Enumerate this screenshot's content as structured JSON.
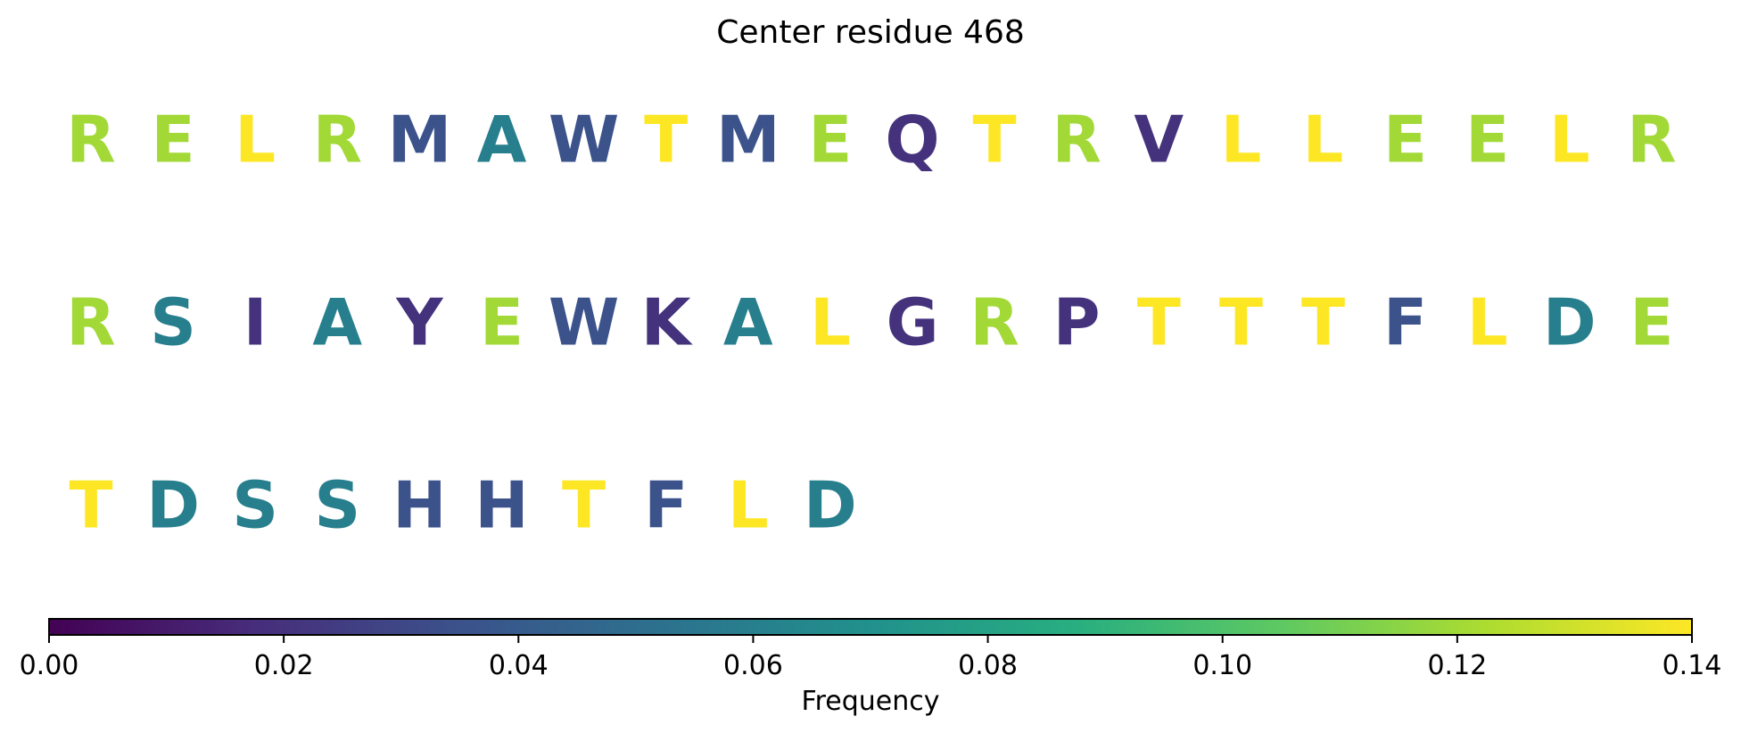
{
  "chart_data": {
    "type": "sequence-heatmap",
    "title": "Center residue 468",
    "colormap": "viridis",
    "residues": [
      {
        "letter": "R",
        "value": 0.12
      },
      {
        "letter": "E",
        "value": 0.12
      },
      {
        "letter": "L",
        "value": 0.14
      },
      {
        "letter": "R",
        "value": 0.12
      },
      {
        "letter": "M",
        "value": 0.035
      },
      {
        "letter": "A",
        "value": 0.06
      },
      {
        "letter": "W",
        "value": 0.035
      },
      {
        "letter": "T",
        "value": 0.14
      },
      {
        "letter": "M",
        "value": 0.035
      },
      {
        "letter": "E",
        "value": 0.12
      },
      {
        "letter": "Q",
        "value": 0.02
      },
      {
        "letter": "T",
        "value": 0.14
      },
      {
        "letter": "R",
        "value": 0.12
      },
      {
        "letter": "V",
        "value": 0.02
      },
      {
        "letter": "L",
        "value": 0.14
      },
      {
        "letter": "L",
        "value": 0.14
      },
      {
        "letter": "E",
        "value": 0.12
      },
      {
        "letter": "E",
        "value": 0.12
      },
      {
        "letter": "L",
        "value": 0.14
      },
      {
        "letter": "R",
        "value": 0.12
      },
      {
        "letter": "R",
        "value": 0.12
      },
      {
        "letter": "S",
        "value": 0.06
      },
      {
        "letter": "I",
        "value": 0.02
      },
      {
        "letter": "A",
        "value": 0.06
      },
      {
        "letter": "Y",
        "value": 0.02
      },
      {
        "letter": "E",
        "value": 0.12
      },
      {
        "letter": "W",
        "value": 0.035
      },
      {
        "letter": "K",
        "value": 0.02
      },
      {
        "letter": "A",
        "value": 0.06
      },
      {
        "letter": "L",
        "value": 0.14
      },
      {
        "letter": "G",
        "value": 0.02
      },
      {
        "letter": "R",
        "value": 0.12
      },
      {
        "letter": "P",
        "value": 0.02
      },
      {
        "letter": "T",
        "value": 0.14
      },
      {
        "letter": "T",
        "value": 0.14
      },
      {
        "letter": "T",
        "value": 0.14
      },
      {
        "letter": "F",
        "value": 0.035
      },
      {
        "letter": "L",
        "value": 0.14
      },
      {
        "letter": "D",
        "value": 0.06
      },
      {
        "letter": "E",
        "value": 0.12
      },
      {
        "letter": "T",
        "value": 0.14
      },
      {
        "letter": "D",
        "value": 0.06
      },
      {
        "letter": "S",
        "value": 0.06
      },
      {
        "letter": "S",
        "value": 0.06
      },
      {
        "letter": "H",
        "value": 0.035
      },
      {
        "letter": "H",
        "value": 0.035
      },
      {
        "letter": "T",
        "value": 0.14
      },
      {
        "letter": "F",
        "value": 0.035
      },
      {
        "letter": "L",
        "value": 0.14
      },
      {
        "letter": "D",
        "value": 0.06
      }
    ],
    "colorbar": {
      "label": "Frequency",
      "range": [
        0,
        0.14
      ],
      "ticks": [
        "0.00",
        "0.02",
        "0.04",
        "0.06",
        "0.08",
        "0.10",
        "0.12",
        "0.14"
      ],
      "orientation": "horizontal"
    }
  }
}
